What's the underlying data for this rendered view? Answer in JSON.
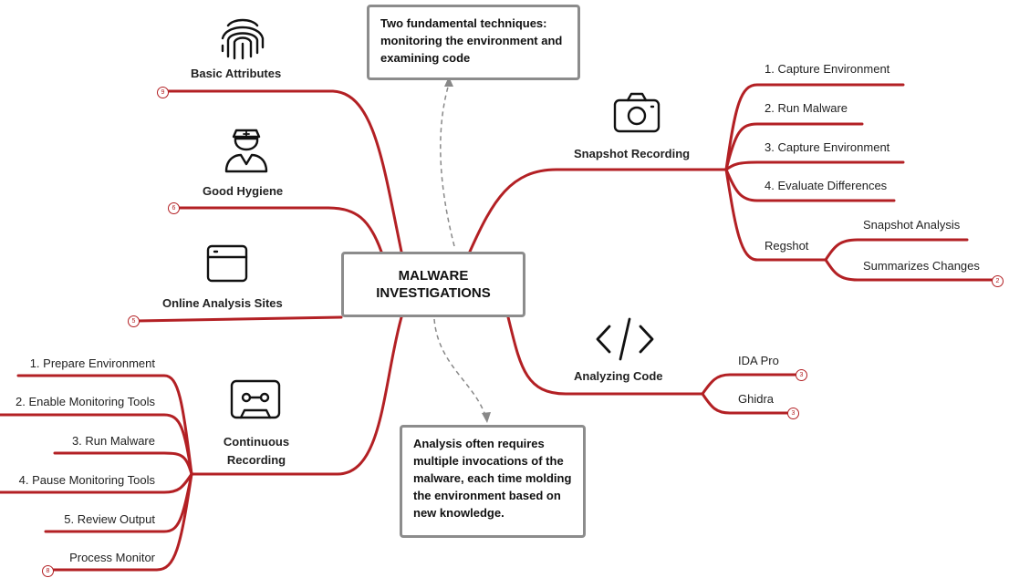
{
  "center": {
    "title": "MALWARE INVESTIGATIONS"
  },
  "callouts": {
    "top": "Two fundamental techniques: monitoring the environment and examining code",
    "bottom": "Analysis often requires multiple invocations of the malware, each time molding the environment based on new knowledge."
  },
  "left": {
    "basic_attributes": {
      "label": "Basic Attributes",
      "badge": "9",
      "icon": "fingerprint-icon"
    },
    "good_hygiene": {
      "label": "Good Hygiene",
      "badge": "6",
      "icon": "nurse-icon"
    },
    "online_analysis": {
      "label": "Online Analysis Sites",
      "badge": "5",
      "icon": "browser-window-icon"
    },
    "continuous_recording": {
      "label_line1": "Continuous",
      "label_line2": "Recording",
      "icon": "cassette-icon",
      "steps": [
        "1. Prepare Environment",
        "2. Enable Monitoring Tools",
        "3. Run Malware",
        "4. Pause Monitoring Tools",
        "5. Review Output"
      ],
      "tool": "Process Monitor",
      "tool_badge": "8"
    }
  },
  "right": {
    "snapshot_recording": {
      "label": "Snapshot Recording",
      "icon": "camera-icon",
      "steps": [
        "1. Capture Environment",
        "2. Run Malware",
        "3. Capture Environment",
        "4. Evaluate Differences"
      ],
      "regshot": {
        "label": "Regshot",
        "children": [
          "Snapshot Analysis",
          "Summarizes Changes"
        ],
        "badge": "2"
      }
    },
    "analyzing_code": {
      "label": "Analyzing Code",
      "icon": "code-icon",
      "tools": [
        {
          "label": "IDA Pro",
          "badge": "3"
        },
        {
          "label": "Ghidra",
          "badge": "3"
        }
      ]
    }
  },
  "colors": {
    "branch": "#b32024",
    "box_border": "#8c8c8c",
    "dashed": "#888888"
  }
}
